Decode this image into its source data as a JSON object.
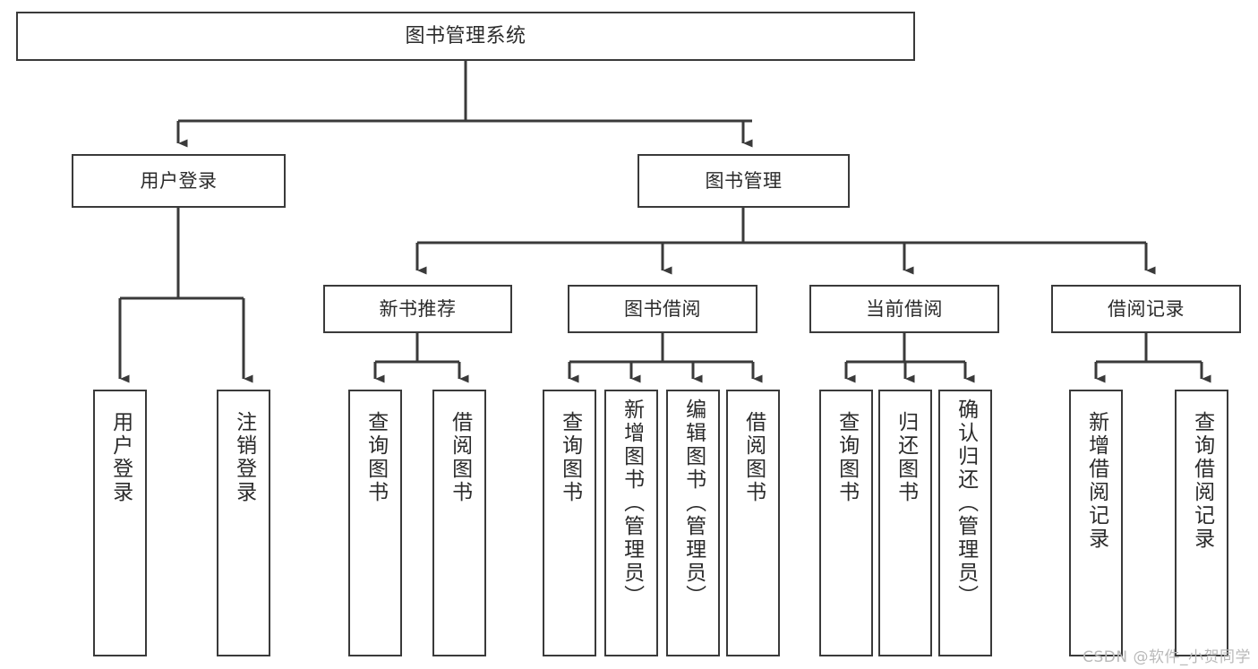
{
  "diagram": {
    "title": "图书管理系统",
    "type": "tree-hierarchy-diagram",
    "colors": {
      "box_border": "#3a3a3a",
      "box_fill": "#ffffff",
      "edge": "#3a3a3a",
      "text": "#2b2b2b",
      "watermark": "#b9b9b9",
      "background": "#ffffff"
    },
    "root": {
      "label": "图书管理系统"
    },
    "level2": [
      {
        "id": "user-login",
        "label": "用户登录"
      },
      {
        "id": "book-management",
        "label": "图书管理"
      }
    ],
    "level3": [
      {
        "id": "new-book-recommend",
        "label": "新书推荐"
      },
      {
        "id": "book-borrow",
        "label": "图书借阅"
      },
      {
        "id": "current-borrow",
        "label": "当前借阅"
      },
      {
        "id": "borrow-record",
        "label": "借阅记录"
      }
    ],
    "leaves": {
      "user_login": [
        {
          "id": "leaf-user-login",
          "label": "用户登录"
        },
        {
          "id": "leaf-logout",
          "label": "注销登录"
        }
      ],
      "new_book_recommend": [
        {
          "id": "leaf-query-book-1",
          "label": "查询图书"
        },
        {
          "id": "leaf-borrow-book-1",
          "label": "借阅图书"
        }
      ],
      "book_borrow": [
        {
          "id": "leaf-query-book-2",
          "label": "查询图书"
        },
        {
          "id": "leaf-add-book",
          "label": "新增图书（管理员）"
        },
        {
          "id": "leaf-edit-book",
          "label": "编辑图书（管理员）"
        },
        {
          "id": "leaf-borrow-book-2",
          "label": "借阅图书"
        }
      ],
      "current_borrow": [
        {
          "id": "leaf-query-book-3",
          "label": "查询图书"
        },
        {
          "id": "leaf-return-book",
          "label": "归还图书"
        },
        {
          "id": "leaf-confirm-return",
          "label": "确认归还（管理员）"
        }
      ],
      "borrow_record": [
        {
          "id": "leaf-add-record",
          "label": "新增借阅记录"
        },
        {
          "id": "leaf-query-record",
          "label": "查询借阅记录"
        }
      ]
    },
    "watermark": "CSDN @软件_小贺同学"
  }
}
